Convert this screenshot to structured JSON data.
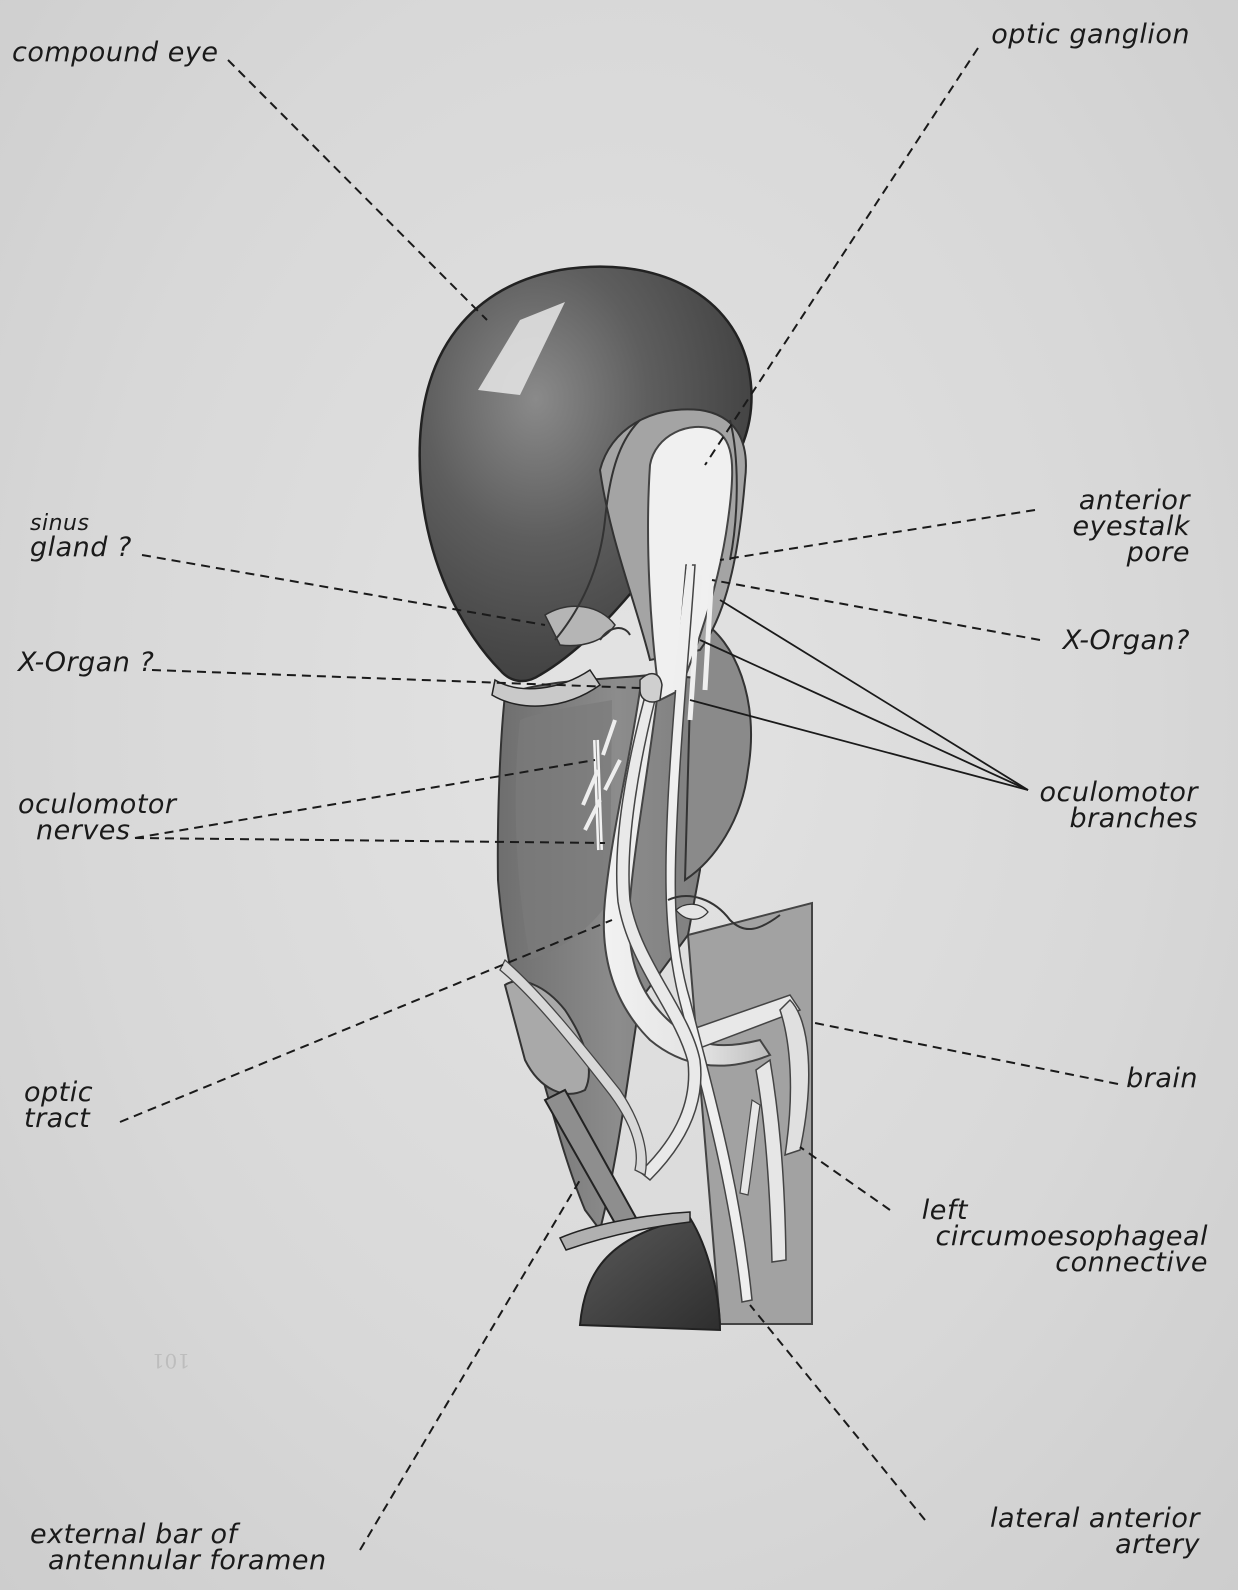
{
  "labels": {
    "compound_eye": "compound eye",
    "optic_ganglion": "optic ganglion",
    "sinus_gland_1": "sinus",
    "sinus_gland_2": "gland ?",
    "anterior_pore_1": "anterior",
    "anterior_pore_2": "eyestalk",
    "anterior_pore_3": "pore",
    "x_organ_left": "X-Organ ?",
    "x_organ_right": "X-Organ?",
    "oculomotor_nerves_1": "oculomotor",
    "oculomotor_nerves_2": "nerves",
    "oculomotor_branches_1": "oculomotor",
    "oculomotor_branches_2": "branches",
    "optic_tract_1": "optic",
    "optic_tract_2": "tract",
    "brain": "brain",
    "left_connective_1": "left",
    "left_connective_2": "circumoesophageal",
    "left_connective_3": "connective",
    "external_bar_1": "external bar of",
    "external_bar_2": "antennular foramen",
    "lateral_artery_1": "lateral anterior",
    "lateral_artery_2": "artery"
  },
  "page_number": "101"
}
